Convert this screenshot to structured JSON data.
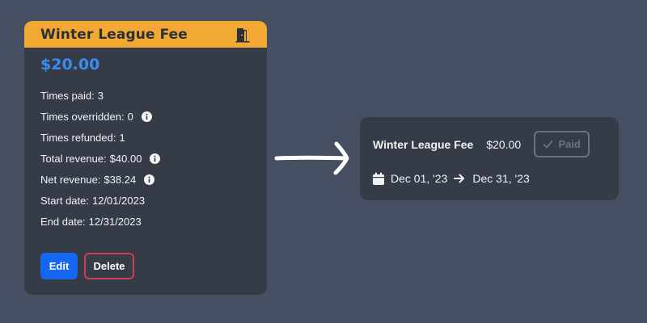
{
  "fee_card": {
    "title": "Winter League Fee",
    "price": "$20.00",
    "header_icon": "door-icon",
    "stats": [
      {
        "label": "Times paid:",
        "value": "3",
        "info": false
      },
      {
        "label": "Times overridden:",
        "value": "0",
        "info": true
      },
      {
        "label": "Times refunded:",
        "value": "1",
        "info": false
      },
      {
        "label": "Total revenue:",
        "value": "$40.00",
        "info": true
      },
      {
        "label": "Net revenue:",
        "value": "$38.24",
        "info": true
      },
      {
        "label": "Start date:",
        "value": "12/01/2023",
        "info": false
      },
      {
        "label": "End date:",
        "value": "12/31/2023",
        "info": false
      }
    ],
    "edit_label": "Edit",
    "delete_label": "Delete"
  },
  "compact_card": {
    "title": "Winter League Fee",
    "price": "$20.00",
    "status_label": "Paid",
    "start_date": "Dec 01, '23",
    "end_date": "Dec 31, '23"
  },
  "colors": {
    "background": "#464e61",
    "card": "#353b47",
    "header_accent": "#f1a933",
    "price_blue": "#3a8bf3",
    "edit_button": "#1567f2",
    "delete_border": "#cf3d56",
    "muted": "#6c7380"
  }
}
